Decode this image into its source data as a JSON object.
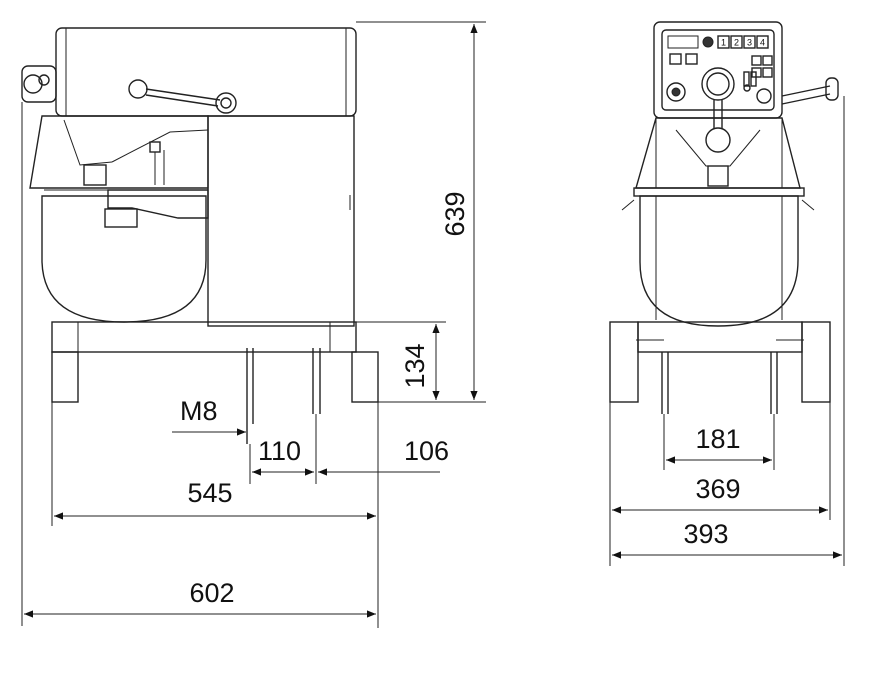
{
  "dimensions": {
    "height_total": "639",
    "height_base": "134",
    "thread": "M8",
    "foot_spacing": "110",
    "foot_offset": "106",
    "depth_inner": "545",
    "depth_total": "602",
    "width_feet": "181",
    "width_base": "369",
    "width_total": "393"
  },
  "control_panel": {
    "speed_keys": [
      "1",
      "2",
      "3",
      "4"
    ]
  },
  "colors": {
    "line": "#222222",
    "fill": "#e9e9e9"
  }
}
